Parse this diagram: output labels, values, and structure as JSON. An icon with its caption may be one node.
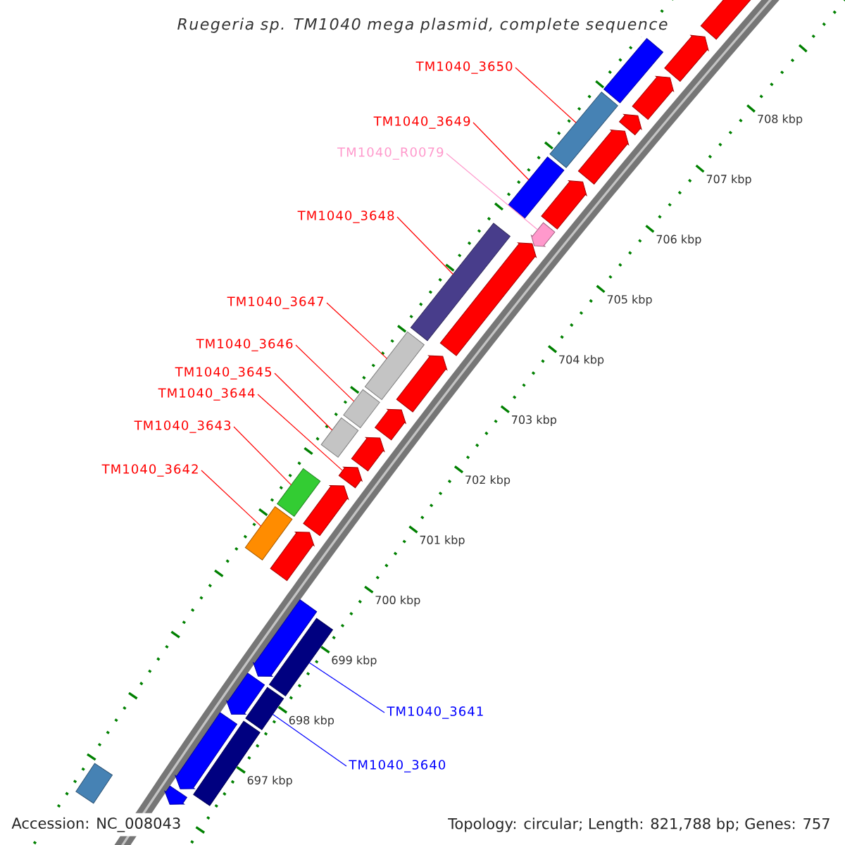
{
  "diagram": {
    "title": "Ruegeria sp. TM1040 mega plasmid, complete sequence",
    "nodes": [
      {
        "text": [
          "TM1040_3650"
        ]
      },
      {
        "text": [
          "TM1040_3649"
        ]
      },
      {
        "text": [
          "TM1040_R0079"
        ]
      },
      {
        "text": [
          "TM1040_3648"
        ]
      },
      {
        "text": [
          "TM1040_3647"
        ]
      },
      {
        "text": [
          "TM1040_3646"
        ]
      },
      {
        "text": [
          "TM1040_3645"
        ]
      },
      {
        "text": [
          "TM1040_3644"
        ]
      },
      {
        "text": [
          "TM1040_3643"
        ]
      },
      {
        "text": [
          "TM1040_3642"
        ]
      },
      {
        "text": [
          "TM1040_3641"
        ]
      },
      {
        "text": [
          "TM1040_3640"
        ]
      },
      {
        "text": [],
        "shape": "bar"
      },
      {
        "text": [],
        "shape": "arrow"
      },
      {
        "text": [],
        "shape": "arrow"
      },
      {
        "text": [],
        "shape": "arrow"
      },
      {
        "text": [],
        "shape": "bar"
      },
      {
        "text": [],
        "shape": "arrow"
      },
      {
        "text": [],
        "shape": "arrow"
      },
      {
        "text": [],
        "shape": "bar"
      },
      {
        "text": [],
        "shape": "arrow"
      },
      {
        "text": [],
        "shape": "arrow"
      },
      {
        "text": [],
        "shape": "bar"
      },
      {
        "text": [],
        "shape": "arrow"
      },
      {
        "text": [],
        "shape": "bar"
      },
      {
        "text": [],
        "shape": "arrow"
      },
      {
        "text": [],
        "shape": "bar"
      },
      {
        "text": [],
        "shape": "arrow"
      },
      {
        "text": [],
        "shape": "bar"
      },
      {
        "text": [],
        "shape": "arrow"
      },
      {
        "text": [],
        "shape": "arrow"
      },
      {
        "text": [],
        "shape": "bar"
      },
      {
        "text": [],
        "shape": "arrow"
      },
      {
        "text": [],
        "shape": "bar"
      },
      {
        "text": [],
        "shape": "arrow"
      },
      {
        "text": [],
        "shape": "arrow"
      },
      {
        "text": [],
        "shape": "bar"
      },
      {
        "text": [],
        "shape": "arrow"
      },
      {
        "text": [],
        "shape": "bar"
      },
      {
        "text": [],
        "shape": "arrow"
      },
      {
        "text": [],
        "shape": "bar"
      },
      {
        "text": [],
        "shape": "bar"
      },
      {
        "text": [],
        "shape": "arrow"
      }
    ],
    "edges": [
      {
        "from": 0,
        "to": 16,
        "arrow": "none"
      },
      {
        "from": 1,
        "to": 19,
        "arrow": "none"
      },
      {
        "from": 2,
        "to": 21,
        "arrow": "none",
        "color": "#ff99cc"
      },
      {
        "from": 3,
        "to": 22,
        "arrow": "none"
      },
      {
        "from": 4,
        "to": 24,
        "arrow": "none"
      },
      {
        "from": 5,
        "to": 26,
        "arrow": "none"
      },
      {
        "from": 6,
        "to": 28,
        "arrow": "none"
      },
      {
        "from": 7,
        "to": 30,
        "arrow": "none"
      },
      {
        "from": 8,
        "to": 31,
        "arrow": "none"
      },
      {
        "from": 9,
        "to": 33,
        "arrow": "none"
      },
      {
        "from": 10,
        "to": 36,
        "arrow": "none",
        "color": "#0000ff"
      },
      {
        "from": 11,
        "to": 38,
        "arrow": "none",
        "color": "#0000ff"
      }
    ],
    "labels": [
      "708 kbp",
      "707 kbp",
      "706 kbp",
      "705 kbp",
      "704 kbp",
      "703 kbp",
      "702 kbp",
      "701 kbp",
      "700 kbp",
      "699 kbp",
      "698 kbp",
      "697 kbp",
      "Accession: NC_008043",
      "Topology: circular; Length: 821,788 bp; Genes: 757"
    ]
  }
}
